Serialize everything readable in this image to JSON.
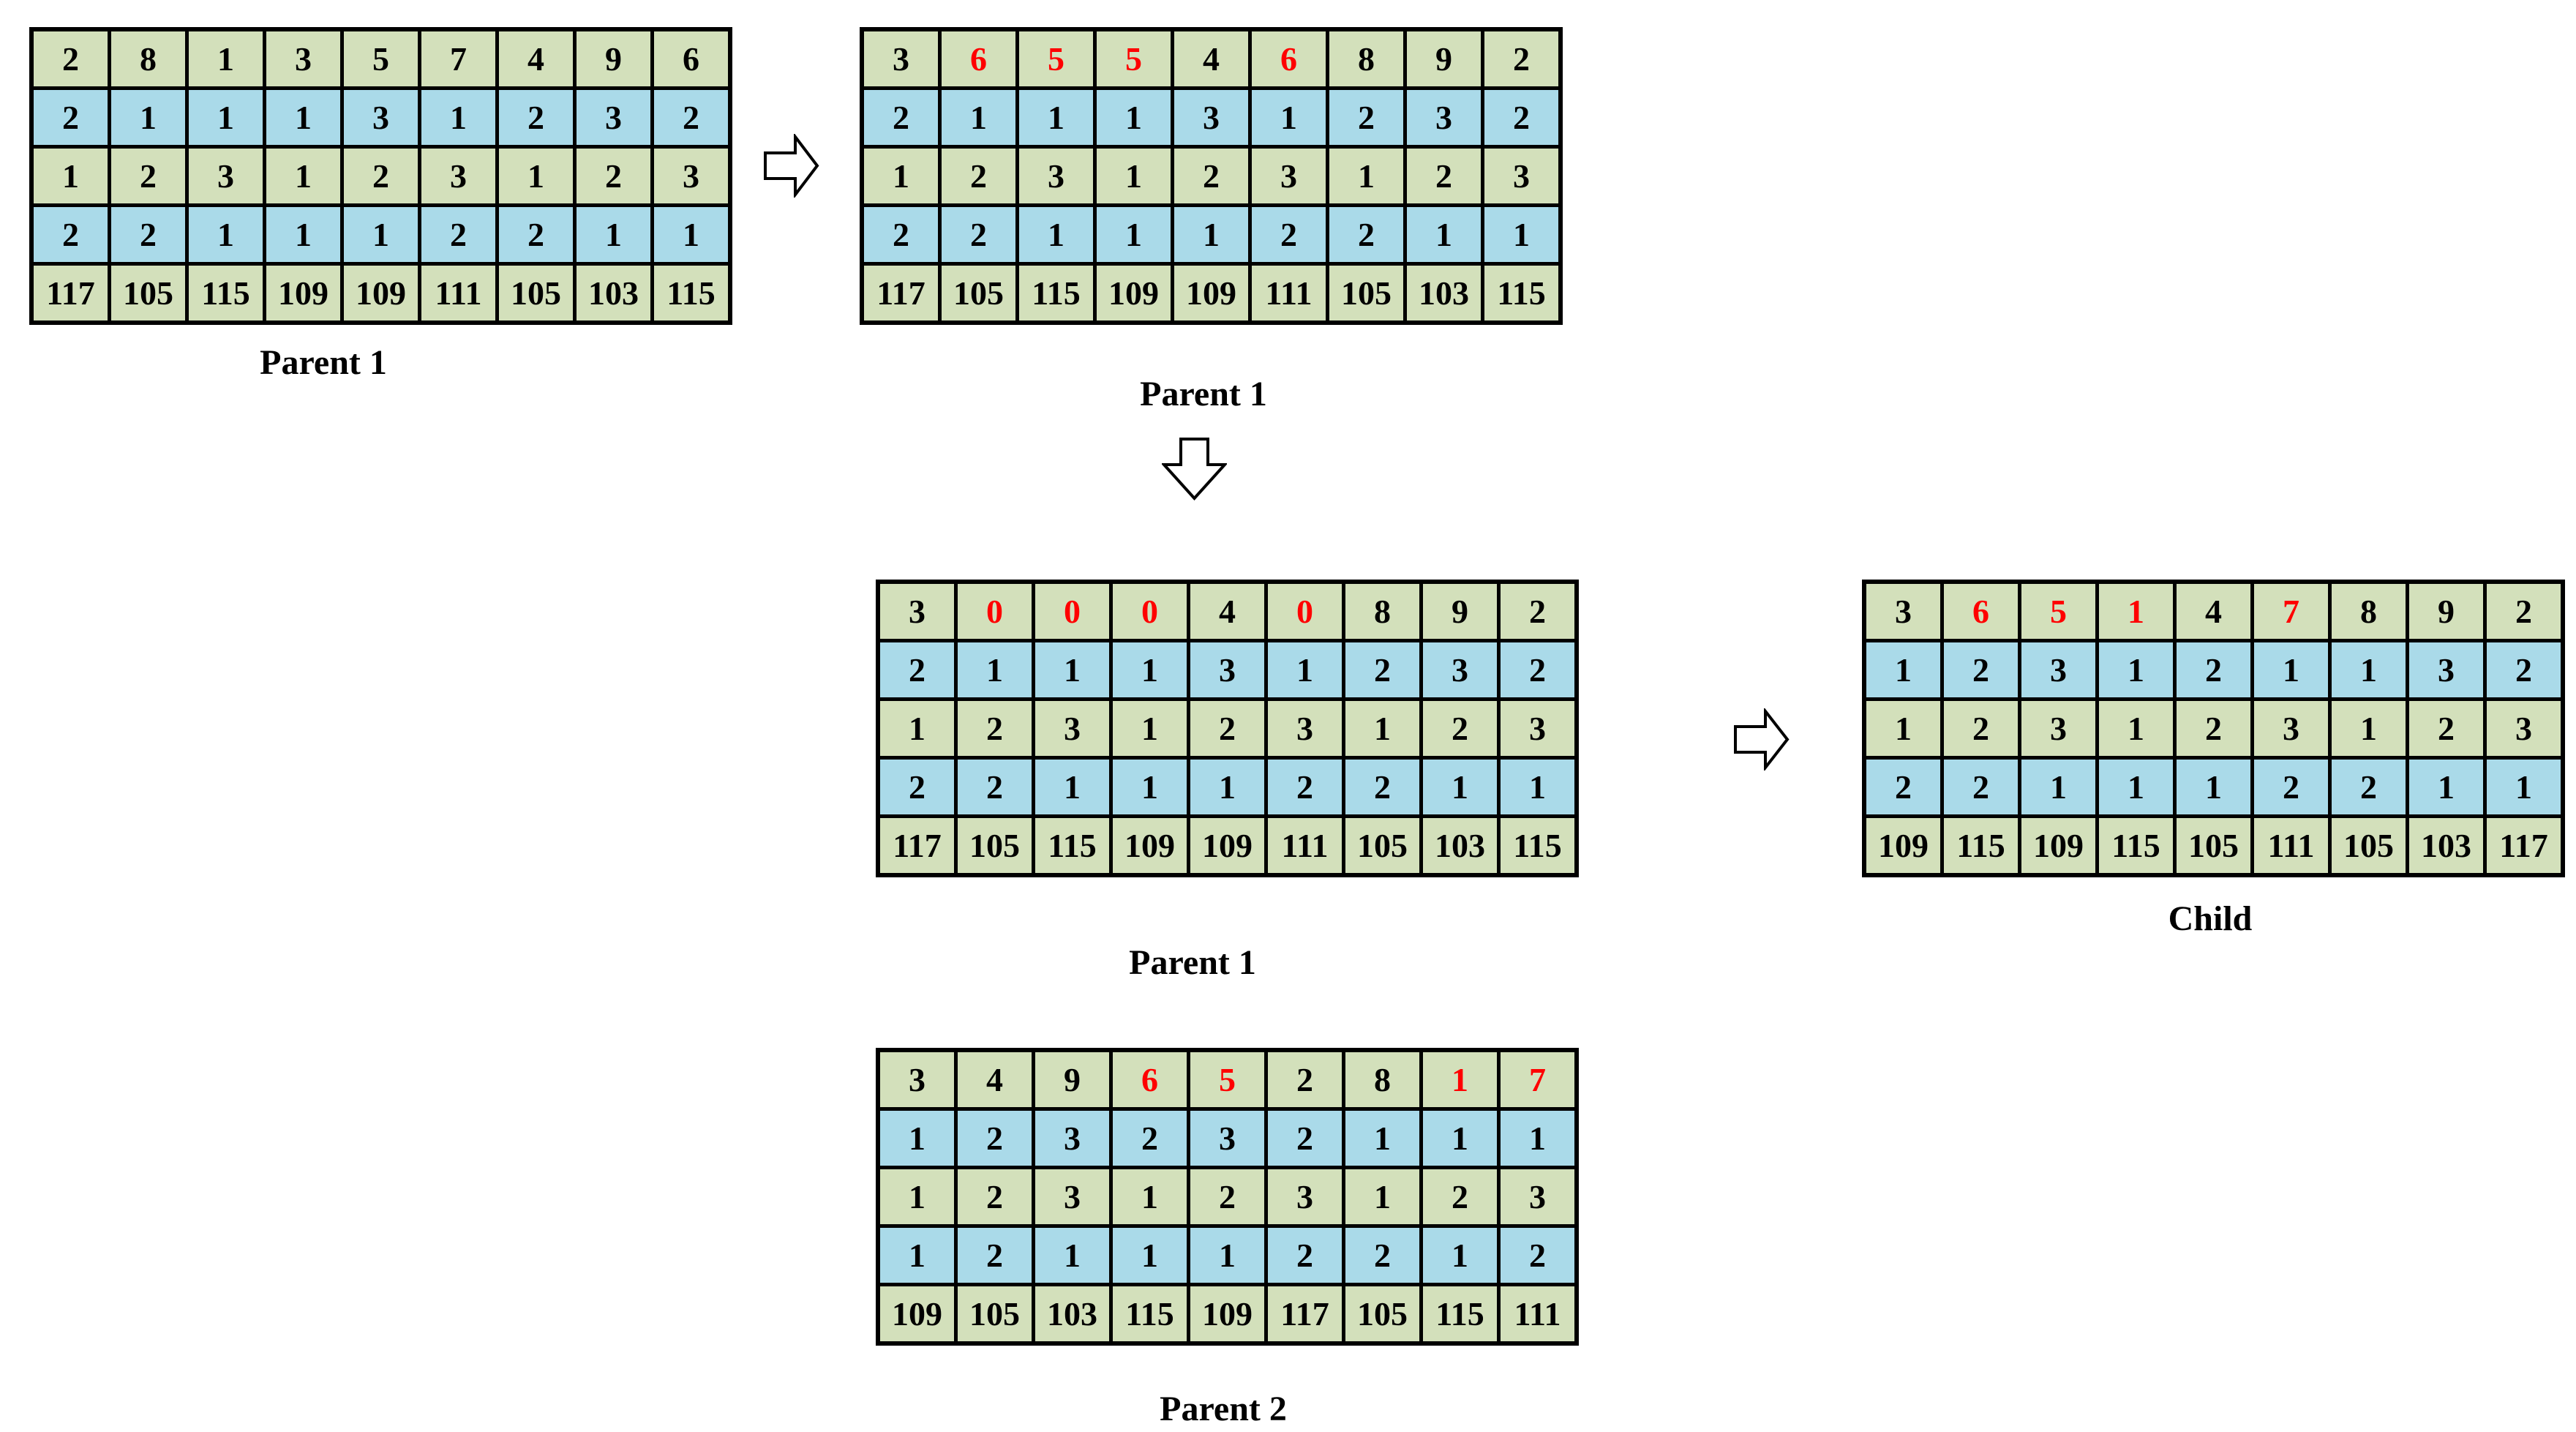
{
  "colors": {
    "row_green": "#d3e0bb",
    "row_blue": "#aadae9",
    "highlight_red": "#ff0000",
    "border_black": "#000000"
  },
  "tables": [
    {
      "id": "parent1-before-mutation",
      "label": "Parent 1",
      "rows": [
        [
          "2",
          "8",
          "1",
          "3",
          "5",
          "7",
          "4",
          "9",
          "6"
        ],
        [
          "2",
          "1",
          "1",
          "1",
          "3",
          "1",
          "2",
          "3",
          "2"
        ],
        [
          "1",
          "2",
          "3",
          "1",
          "2",
          "3",
          "1",
          "2",
          "3"
        ],
        [
          "2",
          "2",
          "1",
          "1",
          "1",
          "2",
          "2",
          "1",
          "1"
        ],
        [
          "117",
          "105",
          "115",
          "109",
          "109",
          "111",
          "105",
          "103",
          "115"
        ]
      ]
    },
    {
      "id": "parent1-mutated",
      "label": "Parent 1",
      "rows": [
        [
          "3",
          {
            "t": "6",
            "red": true
          },
          {
            "t": "5",
            "red": true
          },
          {
            "t": "5",
            "red": true
          },
          "4",
          {
            "t": "6",
            "red": true
          },
          "8",
          "9",
          "2"
        ],
        [
          "2",
          "1",
          "1",
          "1",
          "3",
          "1",
          "2",
          "3",
          "2"
        ],
        [
          "1",
          "2",
          "3",
          "1",
          "2",
          "3",
          "1",
          "2",
          "3"
        ],
        [
          "2",
          "2",
          "1",
          "1",
          "1",
          "2",
          "2",
          "1",
          "1"
        ],
        [
          "117",
          "105",
          "115",
          "109",
          "109",
          "111",
          "105",
          "103",
          "115"
        ]
      ]
    },
    {
      "id": "parent1-zeroed",
      "label": "Parent 1",
      "rows": [
        [
          "3",
          {
            "t": "0",
            "red": true
          },
          {
            "t": "0",
            "red": true
          },
          {
            "t": "0",
            "red": true
          },
          "4",
          {
            "t": "0",
            "red": true
          },
          "8",
          "9",
          "2"
        ],
        [
          "2",
          "1",
          "1",
          "1",
          "3",
          "1",
          "2",
          "3",
          "2"
        ],
        [
          "1",
          "2",
          "3",
          "1",
          "2",
          "3",
          "1",
          "2",
          "3"
        ],
        [
          "2",
          "2",
          "1",
          "1",
          "1",
          "2",
          "2",
          "1",
          "1"
        ],
        [
          "117",
          "105",
          "115",
          "109",
          "109",
          "111",
          "105",
          "103",
          "115"
        ]
      ]
    },
    {
      "id": "parent2",
      "label": "Parent 2",
      "rows": [
        [
          "3",
          "4",
          "9",
          {
            "t": "6",
            "red": true
          },
          {
            "t": "5",
            "red": true
          },
          "2",
          "8",
          {
            "t": "1",
            "red": true
          },
          {
            "t": "7",
            "red": true
          }
        ],
        [
          "1",
          "2",
          "3",
          "2",
          "3",
          "2",
          "1",
          "1",
          "1"
        ],
        [
          "1",
          "2",
          "3",
          "1",
          "2",
          "3",
          "1",
          "2",
          "3"
        ],
        [
          "1",
          "2",
          "1",
          "1",
          "1",
          "2",
          "2",
          "1",
          "2"
        ],
        [
          "109",
          "105",
          "103",
          "115",
          "109",
          "117",
          "105",
          "115",
          "111"
        ]
      ]
    },
    {
      "id": "child",
      "label": "Child",
      "rows": [
        [
          "3",
          {
            "t": "6",
            "red": true
          },
          {
            "t": "5",
            "red": true
          },
          {
            "t": "1",
            "red": true
          },
          "4",
          {
            "t": "7",
            "red": true
          },
          "8",
          "9",
          "2"
        ],
        [
          "1",
          "2",
          "3",
          "1",
          "2",
          "1",
          "1",
          "3",
          "2"
        ],
        [
          "1",
          "2",
          "3",
          "1",
          "2",
          "3",
          "1",
          "2",
          "3"
        ],
        [
          "2",
          "2",
          "1",
          "1",
          "1",
          "2",
          "2",
          "1",
          "1"
        ],
        [
          "109",
          "115",
          "109",
          "115",
          "105",
          "111",
          "105",
          "103",
          "117"
        ]
      ]
    }
  ]
}
